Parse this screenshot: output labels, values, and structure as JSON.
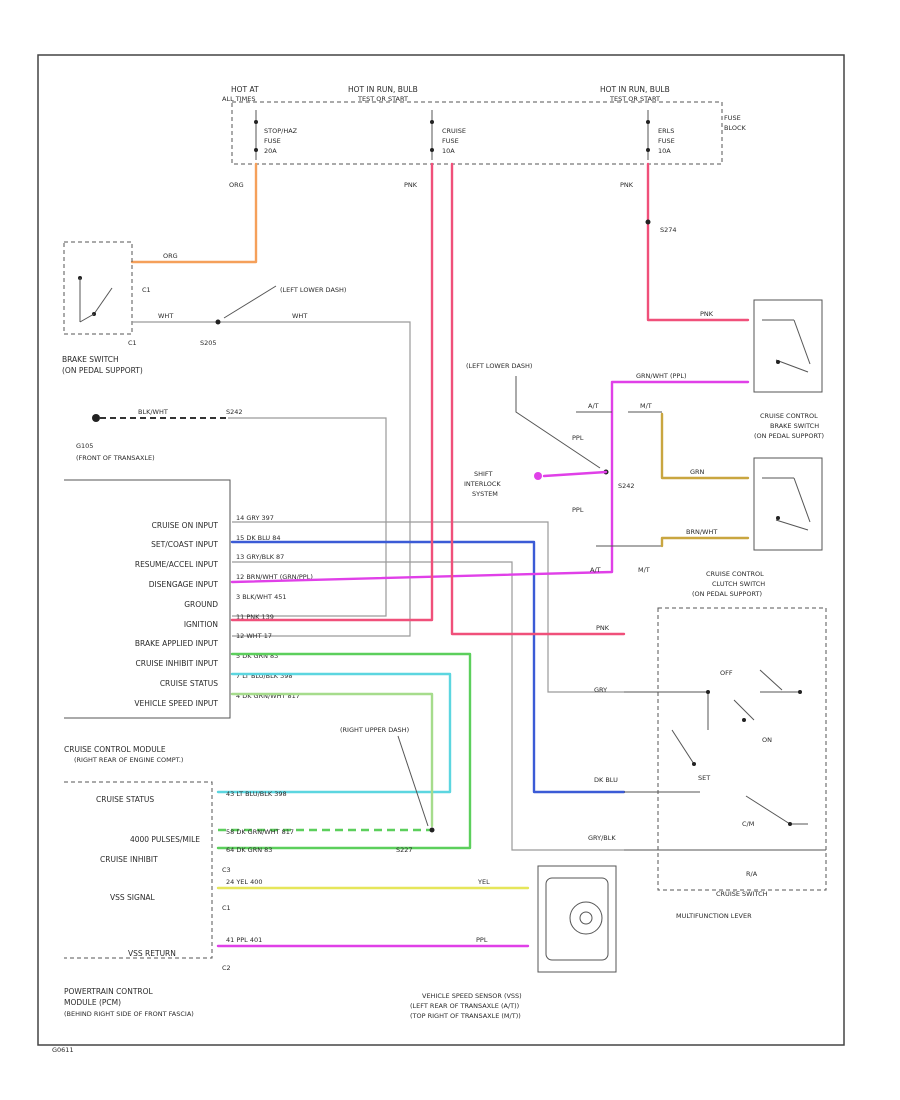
{
  "colors": {
    "orange": "#f5a05a",
    "pink": "#f0507a",
    "magenta": "#e040e8",
    "blue": "#3b5bd6",
    "green": "#5ccf5c",
    "cyan": "#5cd6e0",
    "yellow": "#e6e65a",
    "tan": "#c9a640",
    "gray": "#9a9a9a"
  },
  "fuse_block": {
    "hot_at_label": "HOT AT",
    "hot_at_sub": "ALL TIMES",
    "hot_run1": "HOT IN RUN, BULB",
    "hot_run1_sub": "TEST OR START",
    "hot_run2": "HOT IN RUN, BULB",
    "hot_run2_sub": "TEST OR START",
    "fuse1": [
      "STOP/HAZ",
      "FUSE",
      "20A"
    ],
    "fuse2": [
      "CRUISE",
      "FUSE",
      "10A"
    ],
    "fuse3": [
      "ERLS",
      "FUSE",
      "10A"
    ],
    "block_label": [
      "FUSE",
      "BLOCK"
    ]
  },
  "wire_labels": {
    "org": "ORG",
    "pnk1": "PNK",
    "pnk2": "PNK",
    "s274": "S274",
    "wht": "WHT",
    "s205": "S205",
    "left_lower_dash": "(LEFT LOWER DASH)",
    "left_lower_dash2": "(LEFT LOWER DASH)",
    "g105": "G105",
    "g105_sub": "(FRONT OF TRANSAXLE)",
    "blk_wht": "BLK/WHT",
    "s242": "S242",
    "ppl": "PPL",
    "ppl2": "PPL",
    "at": "A/T",
    "mt": "M/T",
    "at2": "A/T",
    "mt2": "M/T",
    "shift_interlock": [
      "SHIFT",
      "INTERLOCK",
      "SYSTEM"
    ],
    "right_upper_dash": "(RIGHT UPPER DASH)",
    "s227": "S227",
    "c1": "C1",
    "c1b": "C1",
    "c2": "C2",
    "c3": "C3",
    "c1c": "C1",
    "gry": "GRY",
    "dk_blu": "DK BLU",
    "gry_blk": "GRY/BLK",
    "yel_right": "YEL",
    "ppl_right": "PPL",
    "pnk_bot": "PNK",
    "grn_wht_ppl": "GRN/WHT (PPL)",
    "grn": "GRN",
    "brn_wht": "BRN/WHT",
    "fig_code": "G0611"
  },
  "brake_switch": [
    "BRAKE SWITCH",
    "(ON PEDAL SUPPORT)"
  ],
  "cruise_brake_switch": [
    "CRUISE CONTROL",
    "BRAKE SWITCH",
    "(ON PEDAL SUPPORT)"
  ],
  "cruise_clutch_switch": [
    "CRUISE CONTROL",
    "CLUTCH SWITCH",
    "(ON PEDAL SUPPORT)"
  ],
  "cruise_switch": {
    "off": "OFF",
    "on": "ON",
    "set": "SET",
    "ra": "R/A",
    "cm": "C/M",
    "label": "CRUISE SWITCH",
    "sub": "MULTIFUNCTION LEVER"
  },
  "ccm": {
    "inputs": [
      "CRUISE ON INPUT",
      "SET/COAST INPUT",
      "RESUME/ACCEL INPUT",
      "DISENGAGE INPUT",
      "GROUND",
      "IGNITION",
      "BRAKE APPLIED INPUT",
      "CRUISE INHIBIT INPUT",
      "CRUISE STATUS",
      "VEHICLE SPEED INPUT"
    ],
    "pins": [
      "14  GRY  397",
      "15  DK BLU  84",
      "13  GRY/BLK  87",
      "12  BRN/WHT  (GRN/PPL)",
      "3  BLK/WHT  451",
      "11  PNK  139",
      "12  WHT  17",
      "5  DK GRN  83",
      "7  LT BLU/BLK  398",
      "4  DK GRN/WHT  817"
    ],
    "title": "CRUISE CONTROL MODULE",
    "sub": "(RIGHT REAR OF ENGINE COMPT.)"
  },
  "pcm": {
    "rows": [
      "CRUISE STATUS",
      "4000 PULSES/MILE",
      "CRUISE INHIBIT",
      "VSS SIGNAL",
      "VSS RETURN"
    ],
    "pins": [
      "43  LT BLU/BLK  398",
      "58  DK GRN/WHT  817",
      "64  DK GRN  83",
      "24  YEL  400",
      "41  PPL  401"
    ],
    "title": [
      "POWERTRAIN CONTROL",
      "MODULE (PCM)",
      "(BEHIND RIGHT SIDE OF FRONT FASCIA)"
    ]
  },
  "vss": [
    "VEHICLE SPEED SENSOR (VSS)",
    "(LEFT REAR OF TRANSAXLE (A/T))",
    "(TOP RIGHT OF TRANSAXLE (M/T))"
  ]
}
